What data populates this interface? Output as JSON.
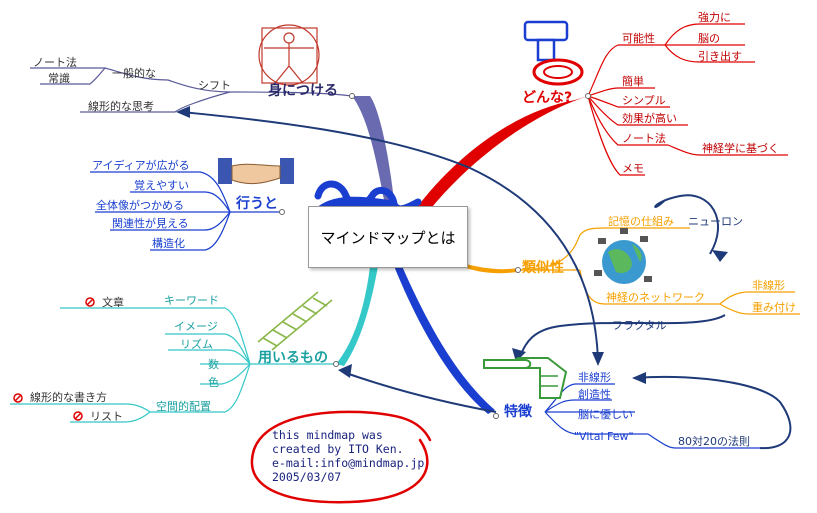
{
  "center": {
    "title": "マインドマップとは"
  },
  "note": {
    "line1": "this mindmap was",
    "line2": "created by ITO Ken.",
    "line3": "e-mail:info@mindmap.jp",
    "line4": "2005/03/07"
  },
  "branches": {
    "mini": {
      "title": "身につける",
      "shift": "シフト",
      "general": "一般的な",
      "notehou": "ノート法",
      "joushiki": "常識",
      "linear": "線形的な思考"
    },
    "donna": {
      "title": "どんな?",
      "kanousei": "可能性",
      "kyouryoku": "強力に",
      "nou": "脳の",
      "hikidasu": "引き出す",
      "kantan": "簡単",
      "simple": "シンプル",
      "kouka": "効果が高い",
      "notehou": "ノート法",
      "shinkei": "神経学に基づく",
      "memo": "メモ"
    },
    "ikou": {
      "title": "行うと",
      "idea": "アイディアが広がる",
      "oboe": "覚えやすい",
      "zentai": "全体像がつかめる",
      "kanren": "関連性が見える",
      "kouzou": "構造化"
    },
    "ruiji": {
      "title": "類似性",
      "kioku": "記憶の仕組み",
      "neuron": "ニューロン",
      "shinkeinet": "神経のネットワーク",
      "hisenkei": "非線形",
      "omomi": "重み付け",
      "fractal": "フラクタル"
    },
    "mochi": {
      "title": "用いるもの",
      "keyword": "キーワード",
      "bunshou": "文章",
      "image": "イメージ",
      "rhythm": "リズム",
      "kazu": "数",
      "iro": "色",
      "kuukan": "空間的配置",
      "senkeikaki": "線形的な書き方",
      "list": "リスト"
    },
    "tokuchou": {
      "title": "特徴",
      "hisenkei": "非線形",
      "souzousei": "創造性",
      "nouyasa": "脳に優しい",
      "vital": "\"Vital Few\"",
      "rule8020": "80対20の法則"
    }
  },
  "colors": {
    "red": "#e00000",
    "blue": "#1a3fd0",
    "navy": "#1f3a78",
    "orange": "#f5a000",
    "teal": "#35c8c8",
    "purple": "#5a5a9a",
    "green": "#3a9a3a"
  }
}
